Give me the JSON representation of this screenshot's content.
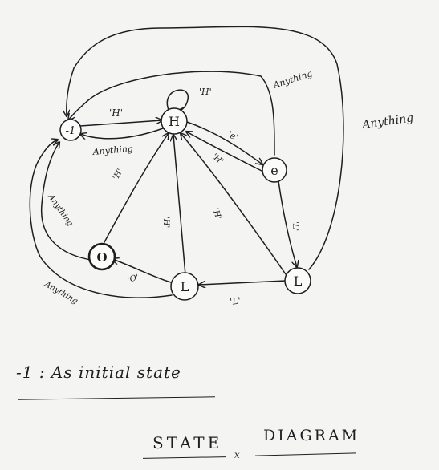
{
  "states": {
    "initial": "-1",
    "h": "H",
    "e": "e",
    "l1": "L",
    "l2": "L",
    "o": "O"
  },
  "edge_labels": {
    "init_to_h": "'H'",
    "h_to_init": "Anything",
    "h_self": "'H'",
    "h_to_e": "'e'",
    "e_to_h": "'H'",
    "e_to_l1": "'L'",
    "l1_to_h": "'H'",
    "l1_to_l2": "'L'",
    "l2_to_h": "'H'",
    "l2_to_o": "'O'",
    "o_to_h": "'H'",
    "o_to_init": "Anything",
    "l2_to_init": "Anything",
    "e_to_init": "Anything",
    "l1_to_init": "Anything"
  },
  "notes": {
    "initial_state": "-1 : As initial state",
    "title_part1": "STATE",
    "title_part2": "DIAGRAM",
    "title_mark": "x"
  }
}
